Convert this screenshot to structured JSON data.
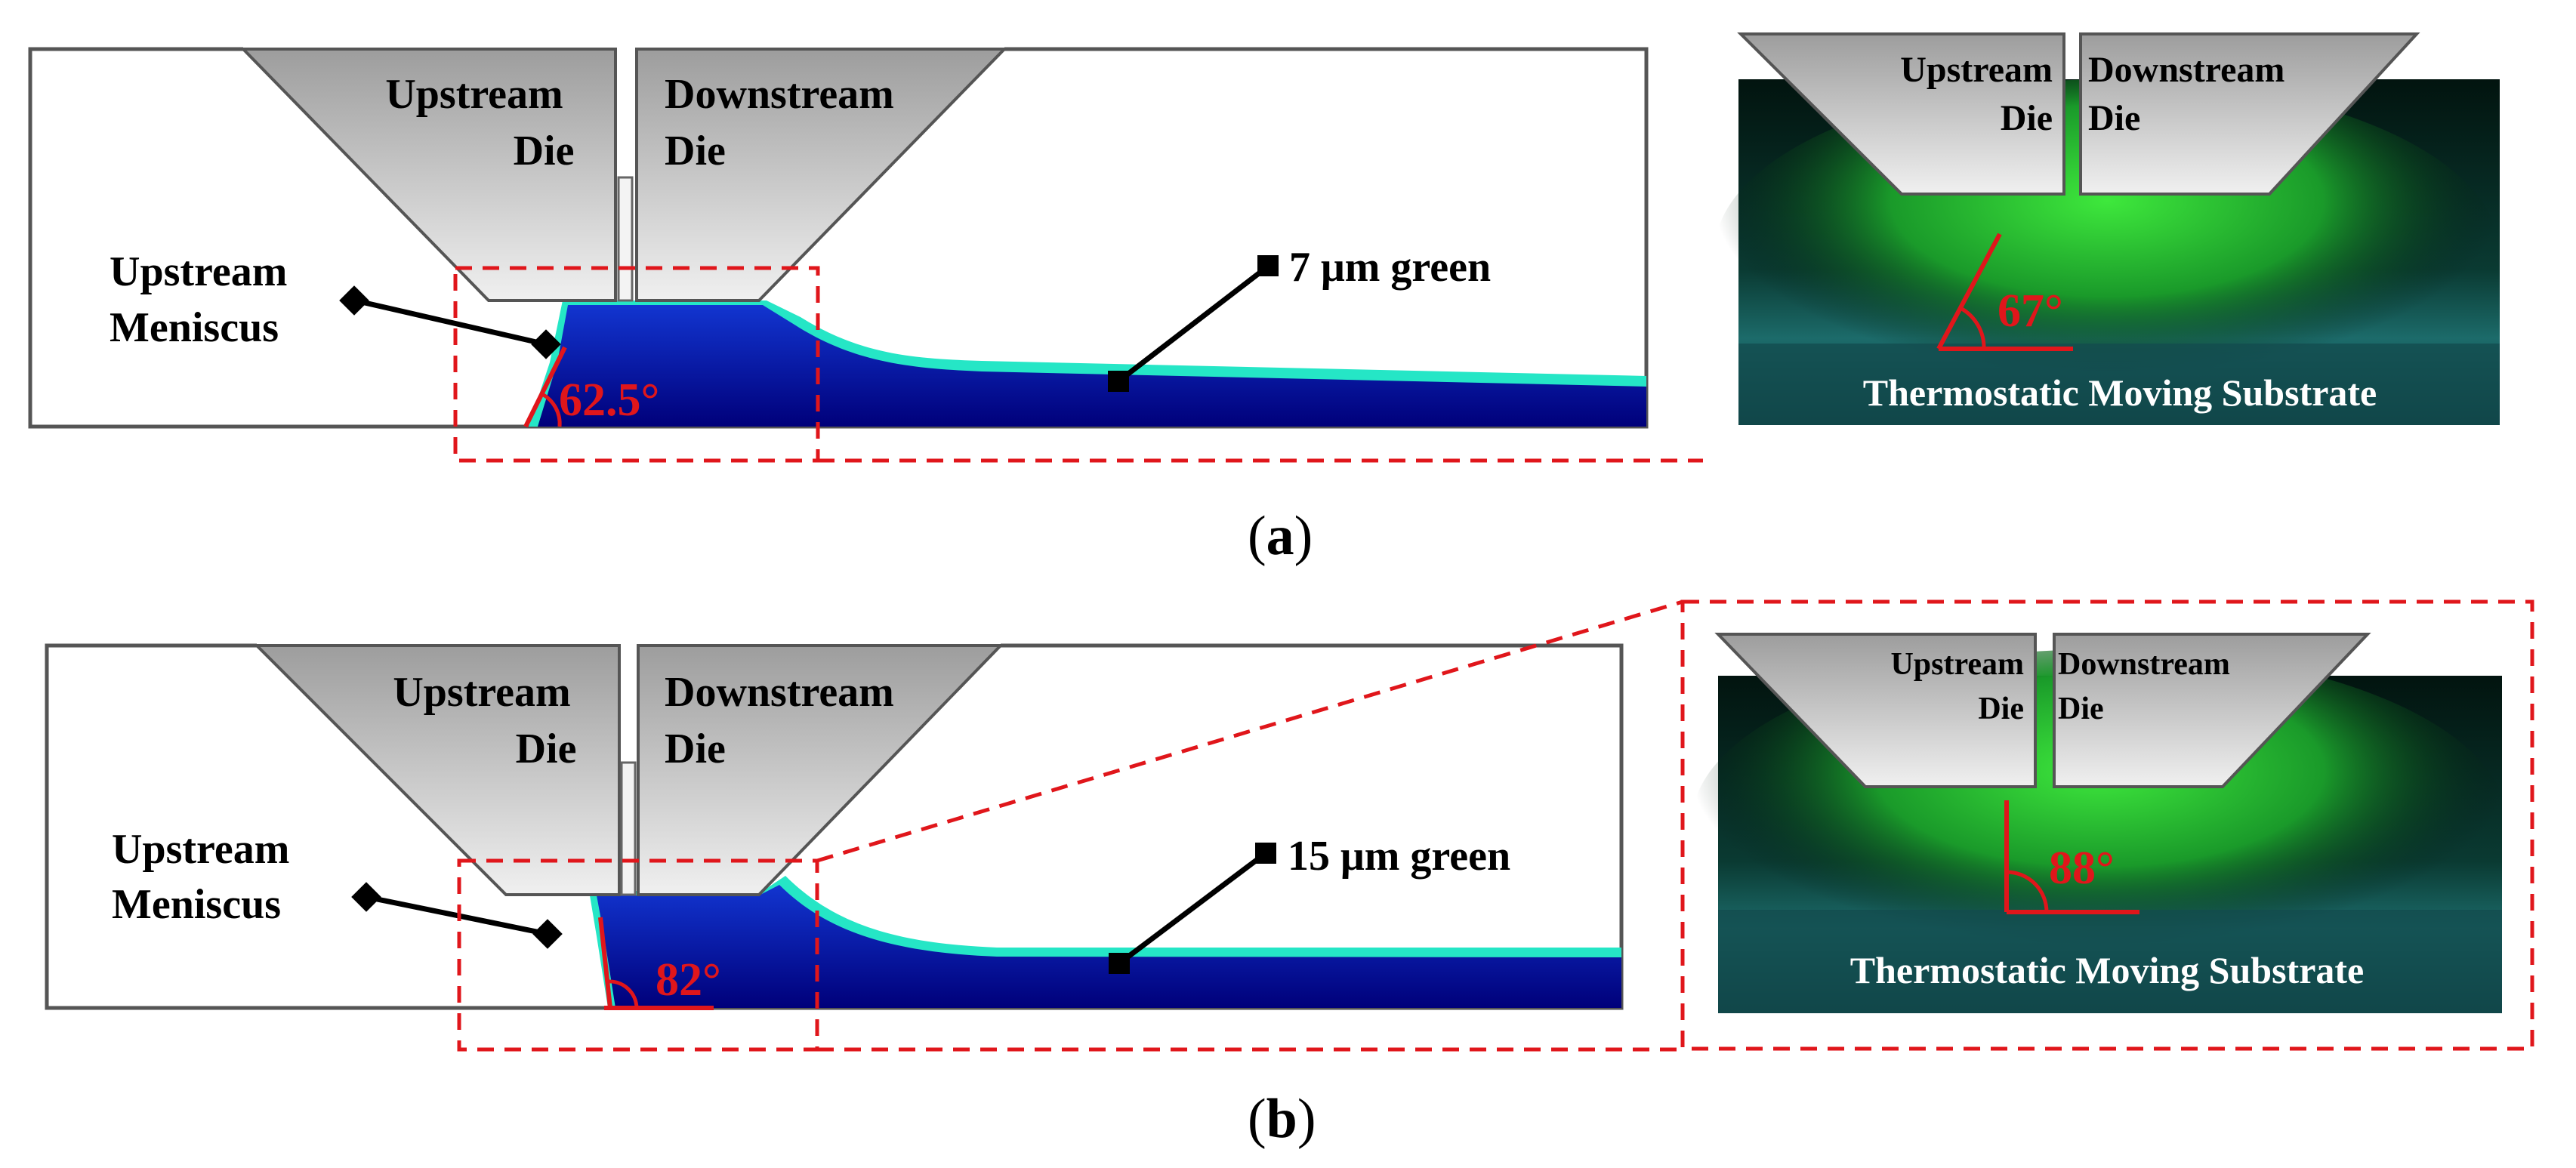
{
  "colors": {
    "fluid_dark": "#00007a",
    "fluid_mid": "#0a3bd6",
    "fluid_edge": "#25e6c6",
    "annotation_red": "#e0161b",
    "die_gray": "#c9c9c9",
    "photo_green": "#35d43a"
  },
  "panel_a": {
    "caption_letter": "a",
    "upstream_die_label": [
      "Upstream",
      "Die"
    ],
    "downstream_die_label": [
      "Downstream",
      "Die"
    ],
    "meniscus_label": [
      "Upstream",
      "Meniscus"
    ],
    "film_label": "7 μm green",
    "sim_angle": "62.5°",
    "photo_upstream_die": [
      "Upstream",
      "Die"
    ],
    "photo_downstream_die": [
      "Downstream",
      "Die"
    ],
    "photo_angle": "67°",
    "photo_substrate": "Thermostatic Moving Substrate"
  },
  "panel_b": {
    "caption_letter": "b",
    "upstream_die_label": [
      "Upstream",
      "Die"
    ],
    "downstream_die_label": [
      "Downstream",
      "Die"
    ],
    "meniscus_label": [
      "Upstream",
      "Meniscus"
    ],
    "film_label": "15 μm green",
    "sim_angle": "82°",
    "photo_upstream_die": [
      "Upstream",
      "Die"
    ],
    "photo_downstream_die": [
      "Downstream",
      "Die"
    ],
    "photo_angle": "88°",
    "photo_substrate": "Thermostatic Moving Substrate"
  }
}
